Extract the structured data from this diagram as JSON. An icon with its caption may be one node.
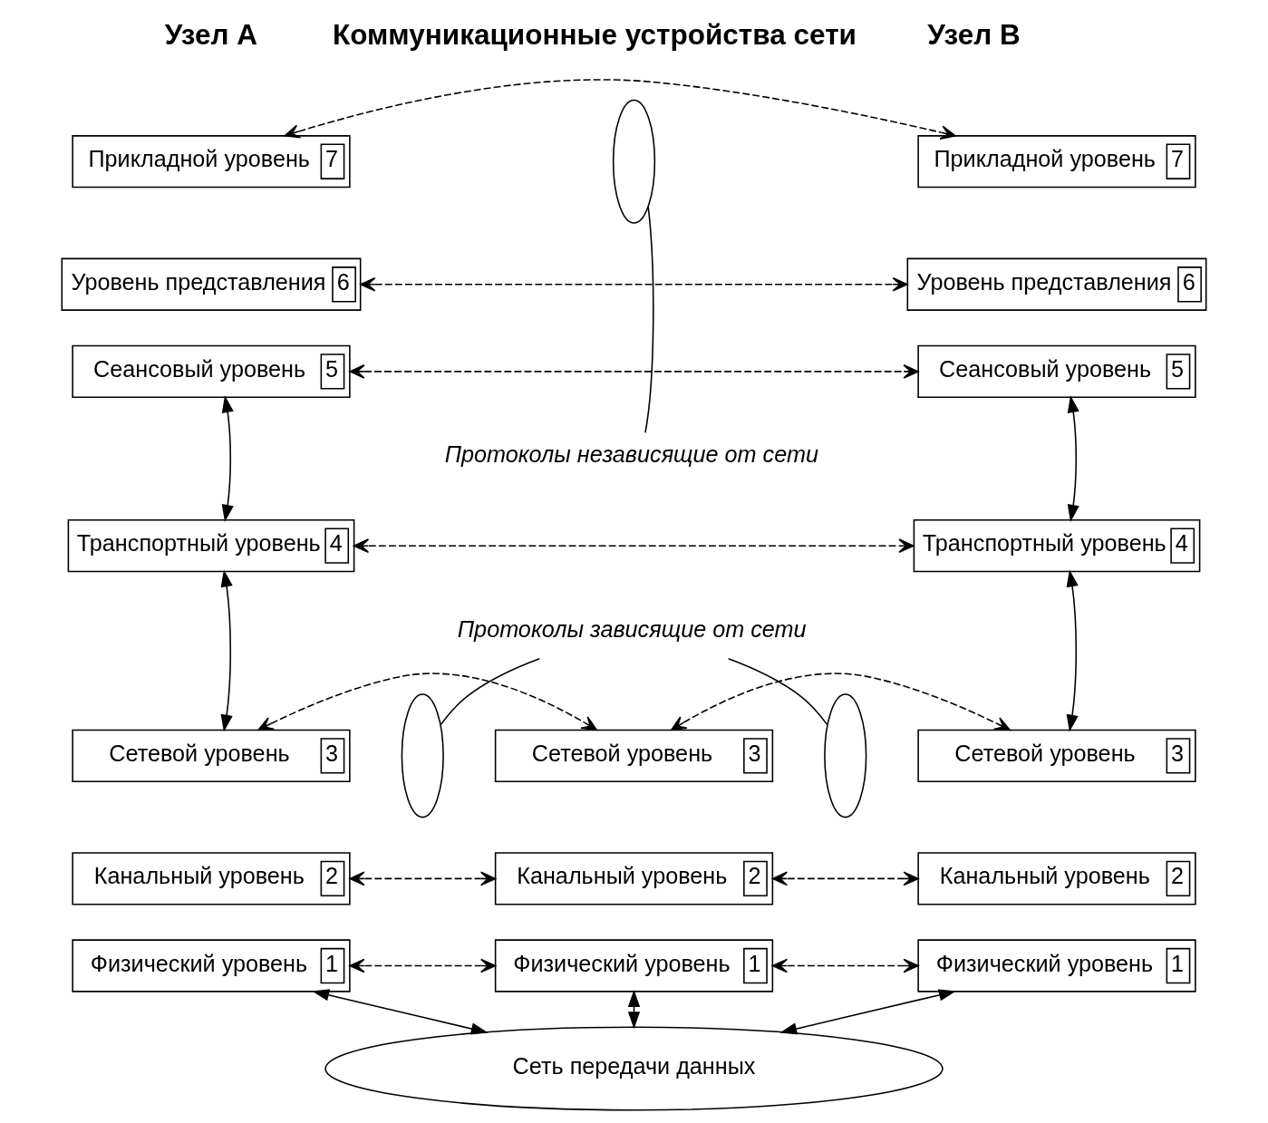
{
  "diagram": {
    "nodes": [
      {
        "text": [
          "Прикладной уровень",
          "7"
        ]
      },
      {
        "text": [
          "Уровень представления",
          "6"
        ]
      },
      {
        "text": [
          "Сеансовый уровень",
          "5"
        ]
      },
      {
        "text": [
          "Транспортный уровень",
          "4"
        ]
      },
      {
        "text": [
          "Сетевой уровень",
          "3"
        ]
      },
      {
        "text": [
          "Канальный уровень",
          "2"
        ]
      },
      {
        "text": [
          "Физический уровень",
          "1"
        ]
      },
      {
        "text": [
          "Сетевой уровень",
          "3"
        ]
      },
      {
        "text": [
          "Канальный уровень",
          "2"
        ]
      },
      {
        "text": [
          "Физический уровень",
          "1"
        ]
      },
      {
        "text": [
          "Прикладной уровень",
          "7"
        ]
      },
      {
        "text": [
          "Уровень представления",
          "6"
        ]
      },
      {
        "text": [
          "Сеансовый уровень",
          "5"
        ]
      },
      {
        "text": [
          "Транспортный уровень",
          "4"
        ]
      },
      {
        "text": [
          "Сетевой уровень",
          "3"
        ]
      },
      {
        "text": [
          "Канальный уровень",
          "2"
        ]
      },
      {
        "text": [
          "Физический уровень",
          "1"
        ]
      },
      {
        "text": [],
        "shape": "ellipse"
      },
      {
        "text": [
          "Протоколы независящие от сети"
        ]
      },
      {
        "text": [
          "Протоколы зависящие от сети"
        ]
      },
      {
        "text": [],
        "shape": "ellipse"
      },
      {
        "text": [],
        "shape": "ellipse"
      },
      {
        "text": [
          "Сеть передачи данных"
        ]
      }
    ],
    "edges": [
      {
        "from": 0,
        "to": 10,
        "arrow": "both",
        "style": "dashed"
      },
      {
        "from": 1,
        "to": 11,
        "arrow": "both",
        "style": "dashed"
      },
      {
        "from": 2,
        "to": 12,
        "arrow": "both",
        "style": "dashed"
      },
      {
        "from": 3,
        "to": 13,
        "arrow": "both",
        "style": "dashed"
      },
      {
        "from": 4,
        "to": 7,
        "arrow": "both",
        "style": "dashed"
      },
      {
        "from": 7,
        "to": 14,
        "arrow": "both",
        "style": "dashed"
      },
      {
        "from": 5,
        "to": 8,
        "arrow": "both",
        "style": "dashed"
      },
      {
        "from": 8,
        "to": 15,
        "arrow": "both",
        "style": "dashed"
      },
      {
        "from": 6,
        "to": 9,
        "arrow": "both",
        "style": "dashed"
      },
      {
        "from": 9,
        "to": 16,
        "arrow": "both",
        "style": "dashed"
      },
      {
        "from": 2,
        "to": 3,
        "arrow": "both"
      },
      {
        "from": 3,
        "to": 4,
        "arrow": "both"
      },
      {
        "from": 12,
        "to": 13,
        "arrow": "both"
      },
      {
        "from": 13,
        "to": 14,
        "arrow": "both"
      },
      {
        "from": 6,
        "to": 22,
        "arrow": "both"
      },
      {
        "from": 9,
        "to": 22,
        "arrow": "both"
      },
      {
        "from": 16,
        "to": 22,
        "arrow": "both"
      },
      {
        "from": 18,
        "to": 17,
        "arrow": "none"
      },
      {
        "from": 19,
        "to": 20,
        "arrow": "none"
      },
      {
        "from": 19,
        "to": 21,
        "arrow": "none"
      }
    ],
    "labels": [
      "Узел А",
      "Коммуникационные устройства сети",
      "Узел В"
    ]
  }
}
